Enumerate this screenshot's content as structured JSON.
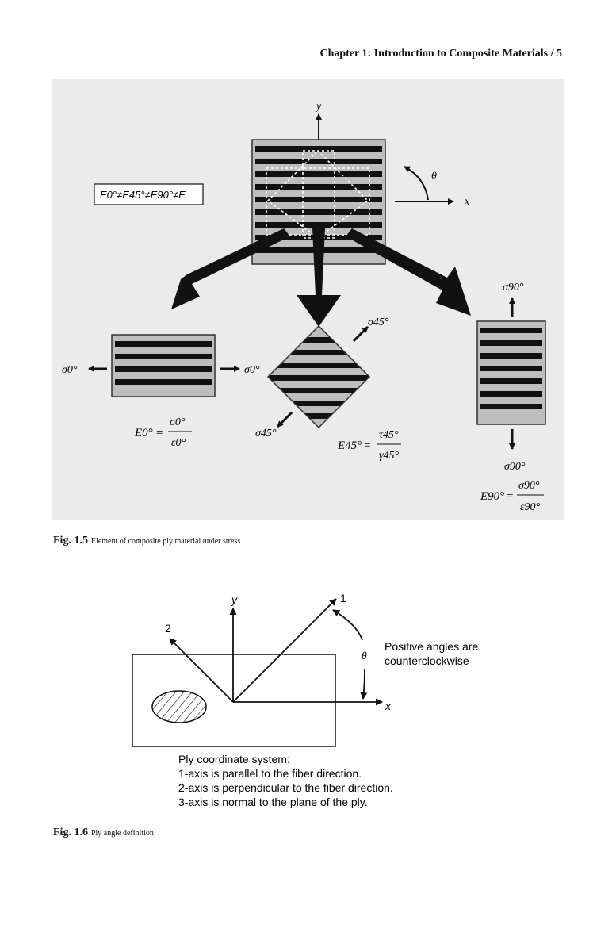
{
  "header": "Chapter 1: Introduction to Composite Materials / 5",
  "fig1": {
    "caption_num": "Fig. 1.5",
    "caption_text": "Element of composite ply material under stress",
    "inequality": "E0°≠E45°≠E90°≠E",
    "axis_y": "y",
    "axis_x": "x",
    "theta": "θ",
    "sigma0": "σ0°",
    "sigma45": "σ45°",
    "sigma90": "σ90°",
    "eq0": {
      "lhs": "E0°",
      "num": "σ0°",
      "den": "ε0°"
    },
    "eq45": {
      "lhs": "E45°",
      "num": "τ45°",
      "den": "γ45°"
    },
    "eq90": {
      "lhs": "E90°",
      "num": "σ90°",
      "den": "ε90°"
    }
  },
  "fig2": {
    "caption_num": "Fig. 1.6",
    "caption_text": "Ply angle definition",
    "axis_y": "y",
    "axis_x": "x",
    "axis_1": "1",
    "axis_2": "2",
    "theta": "θ",
    "note_line1": "Positive angles are",
    "note_line2": "counterclockwise",
    "desc": [
      "Ply coordinate system:",
      "1-axis is parallel to the fiber direction.",
      "2-axis is perpendicular to the fiber direction.",
      "3-axis is normal to the plane of the ply."
    ]
  }
}
